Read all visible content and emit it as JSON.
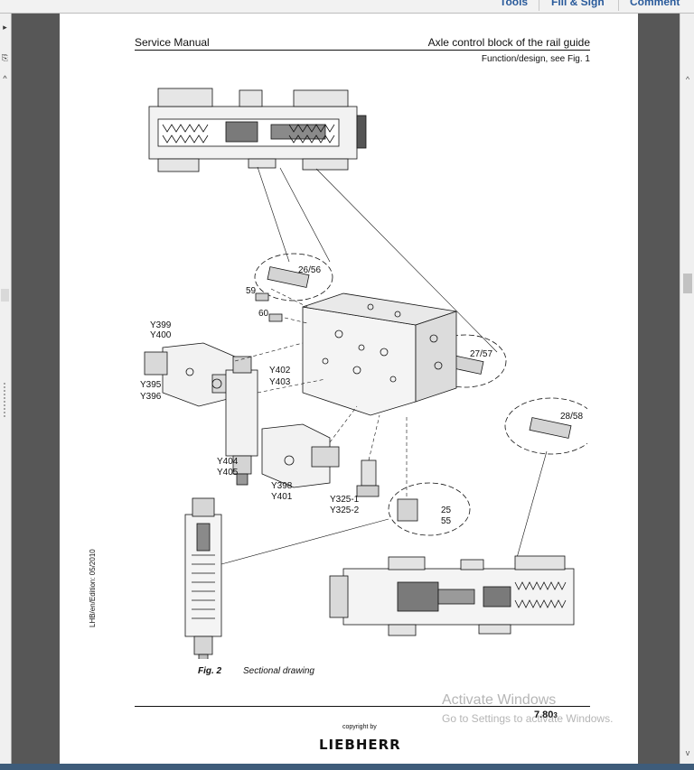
{
  "toolbar": {
    "tools_label": "Tools",
    "fill_sign_label": "Fill & Sign",
    "comment_label": "Comment"
  },
  "page": {
    "header_left": "Service Manual",
    "header_right": "Axle control block of the rail guide",
    "header_sub": "Function/design, see Fig. 1",
    "side_edition": "LHB/en/Edition: 05/2010",
    "figure_label": "Fig. 2",
    "figure_caption": "Sectional drawing",
    "page_number": "7.80",
    "page_number_sub": "3",
    "copyright": "copyright by",
    "logo": "LIEBHERR"
  },
  "callouts": {
    "c26_56": "26/56",
    "c27_57": "27/57",
    "c28_58": "28/58",
    "c25": "25",
    "c55": "55",
    "c59": "59",
    "c60": "60",
    "y399": "Y399",
    "y400": "Y400",
    "y395": "Y395",
    "y396": "Y396",
    "y402": "Y402",
    "y403": "Y403",
    "y404": "Y404",
    "y405": "Y405",
    "y398": "Y398",
    "y401": "Y401",
    "y325_1": "Y325-1",
    "y325_2": "Y325-2"
  },
  "watermark": {
    "line1": "Activate Windows",
    "line2": "Go to Settings to activate Windows."
  },
  "colors": {
    "viewer_background": "#5a5a5a",
    "page": "#ffffff",
    "taskbar": "#3e5c7a"
  }
}
